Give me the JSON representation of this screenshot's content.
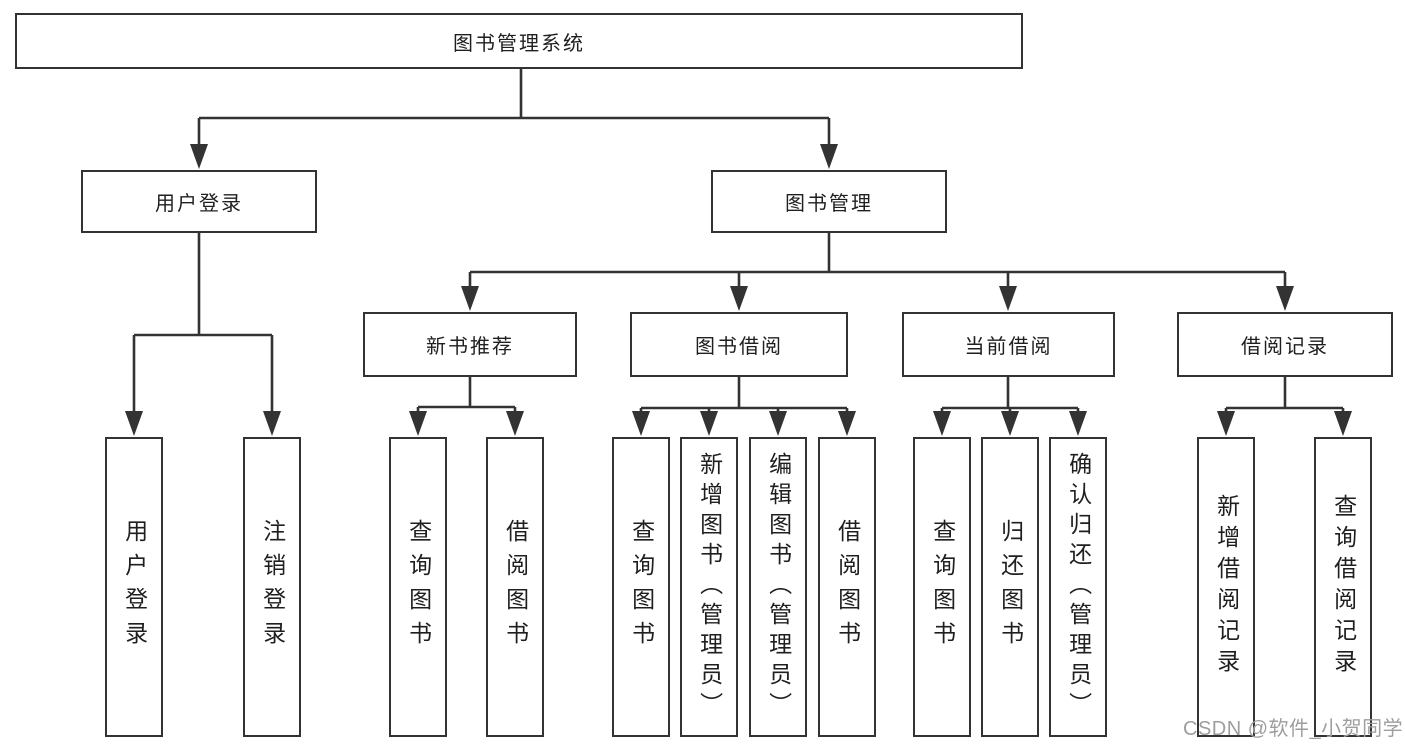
{
  "diagram": {
    "root": {
      "label": "图书管理系统"
    },
    "level2": [
      {
        "label": "用户登录",
        "children": [
          "用户登录",
          "注销登录"
        ]
      },
      {
        "label": "图书管理"
      }
    ],
    "level3": [
      {
        "label": "新书推荐",
        "children": [
          "查询图书",
          "借阅图书"
        ]
      },
      {
        "label": "图书借阅",
        "children": [
          "查询图书",
          "新增图书（管理员）",
          "编辑图书（管理员）",
          "借阅图书"
        ]
      },
      {
        "label": "当前借阅",
        "children": [
          "查询图书",
          "归还图书",
          "确认归还（管理员）"
        ]
      },
      {
        "label": "借阅记录",
        "children": [
          "新增借阅记录",
          "查询借阅记录"
        ]
      }
    ]
  },
  "watermark": {
    "text": "CSDN @软件_小贺同学"
  },
  "colors": {
    "line": "#333333",
    "box_border": "#333333",
    "text": "#1f1f1f",
    "watermark": "#9e9e9e",
    "background": "#ffffff"
  }
}
